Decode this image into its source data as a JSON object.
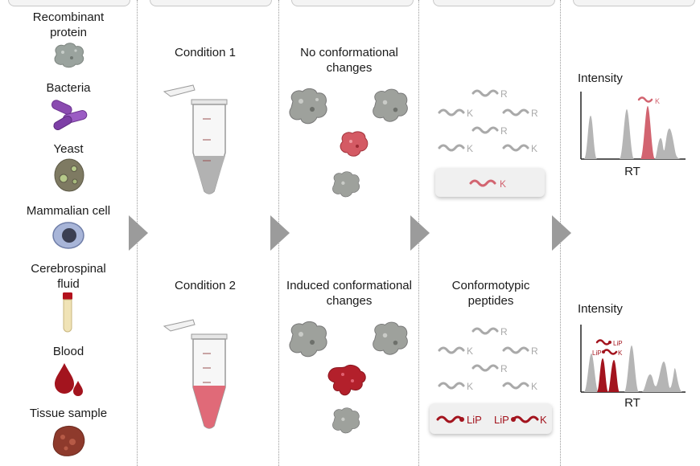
{
  "samples": [
    {
      "label_lines": [
        "Recombinant",
        "protein"
      ],
      "icon": "protein-blob-icon"
    },
    {
      "label_lines": [
        "Bacteria"
      ],
      "icon": "bacteria-icon"
    },
    {
      "label_lines": [
        "Yeast"
      ],
      "icon": "yeast-icon"
    },
    {
      "label_lines": [
        "Mammalian cell"
      ],
      "icon": "mammalian-cell-icon"
    },
    {
      "label_lines": [
        "Cerebrospinal",
        "fluid"
      ],
      "icon": "csf-tube-icon"
    },
    {
      "label_lines": [
        "Blood"
      ],
      "icon": "blood-drops-icon"
    },
    {
      "label_lines": [
        "Tissue sample"
      ],
      "icon": "tissue-icon"
    }
  ],
  "conditions": {
    "c1": "Condition 1",
    "c2": "Condition 2"
  },
  "states": {
    "top": [
      "No conformational",
      "changes"
    ],
    "bottom": [
      "Induced conformational",
      "changes"
    ]
  },
  "peptides": {
    "heading": [
      "Conformotypic",
      "peptides"
    ],
    "labels": {
      "r": "R",
      "k": "K",
      "lip": "LiP"
    }
  },
  "chromatograms": {
    "ylabel": "Intensity",
    "xlabel": "RT",
    "top_peak_label": "K",
    "bottom_peak_labels": [
      "LiP",
      "LiP",
      "K"
    ]
  },
  "colors": {
    "gray_peptide": "#a9a9a9",
    "red_light": "#d26470",
    "red_dark": "#a3141e",
    "arrow": "#9b9b9b"
  }
}
